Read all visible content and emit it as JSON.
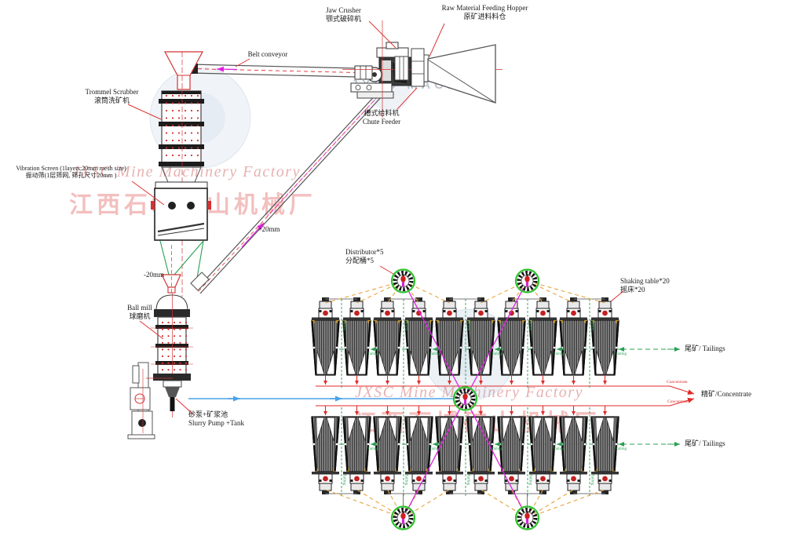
{
  "labels": {
    "jaw_crusher": {
      "l1": "Jaw Crusher",
      "l2": "颚式破碎机"
    },
    "hopper": {
      "l1": "Raw Material Feeding Hopper",
      "l2": "原矿进料料仓"
    },
    "belt_conveyor": {
      "l1": "Belt conveyor"
    },
    "trommel": {
      "l1": "Trommel Scrubber",
      "l2": "滚筒洗矿机"
    },
    "chute_feeder": {
      "l1": "槽式给料机",
      "l2": "Chute Feeder"
    },
    "vibration_screen": {
      "l1": "Vibration Screen (1layers;20mm  mesh size)",
      "l2": "振动筛(1层筛网, 筛孔尺寸20mm )"
    },
    "ball_mill": {
      "l1": "Ball mill",
      "l2": "球磨机"
    },
    "slurry_pump": {
      "l1": "砂泵+矿浆池",
      "l2": "Slurry Pump +Tank"
    },
    "distributor": {
      "l1": "Distributor*5",
      "l2": "分配桶*5"
    },
    "shaking_table": {
      "l1": "Shaking table*20",
      "l2": "摇床*20"
    }
  },
  "flow_labels": {
    "oversize": "+20mm",
    "undersize": "-20mm",
    "tailings": "尾矿/ Tailings",
    "concentrate": "精矿/Concentrate",
    "concentrate_line": "Concentrate",
    "tailing_line": "Tailing"
  },
  "watermarks": {
    "en": "JXSC Mine Machinery Factory",
    "cn": "江西石城矿山机械厂",
    "machine": "JXSC MACHINE"
  },
  "equipment": {
    "distributor_count": 5,
    "shaking_table_count": 20,
    "table_rows": 2,
    "pairs_per_row": 5
  },
  "colors": {
    "concentrate": "#e02a2a",
    "tailings": "#2aa052",
    "slurry_line": "#4aa3e8",
    "feed_line": "#e020e0",
    "distribution_line": "#e8a33d",
    "leader": "#e03434",
    "red_detail": "#d23333",
    "machine_dark": "#2f2f2f"
  }
}
